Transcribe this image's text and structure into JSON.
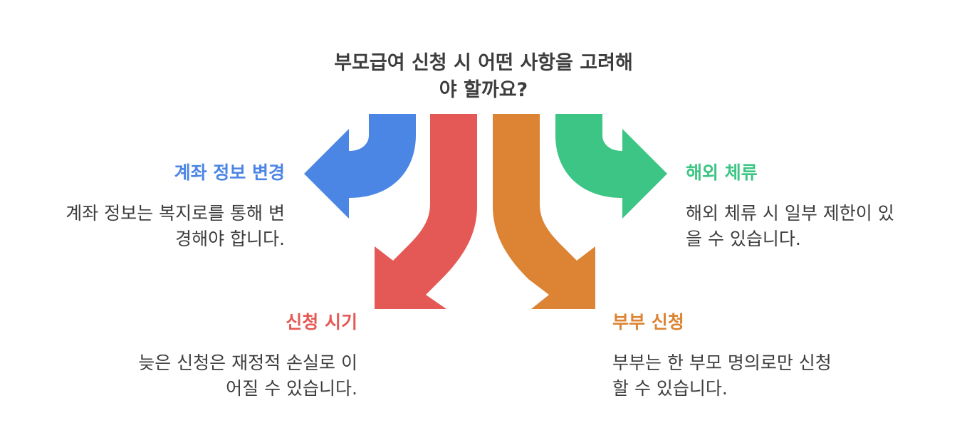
{
  "title": {
    "line1": "부모급여 신청 시 어떤 사항을 고려해",
    "line2": "야 할까요?"
  },
  "colors": {
    "blue": "#4c86e5",
    "red": "#e45955",
    "orange": "#dc8433",
    "green": "#3cc584",
    "text": "#3d3d3d"
  },
  "items": {
    "account": {
      "heading": "계좌 정보 변경",
      "desc_line1": "계좌 정보는 복지로를 통해 변",
      "desc_line2": "경해야 합니다."
    },
    "timing": {
      "heading": "신청 시기",
      "desc_line1": "늦은 신청은 재정적 손실로 이",
      "desc_line2": "어질 수 있습니다."
    },
    "couple": {
      "heading": "부부 신청",
      "desc_line1": "부부는 한 부모 명의로만 신청",
      "desc_line2": "할 수 있습니다."
    },
    "overseas": {
      "heading": "해외 체류",
      "desc_line1": "해외 체류 시 일부 제한이 있",
      "desc_line2": "을 수 있습니다."
    }
  }
}
